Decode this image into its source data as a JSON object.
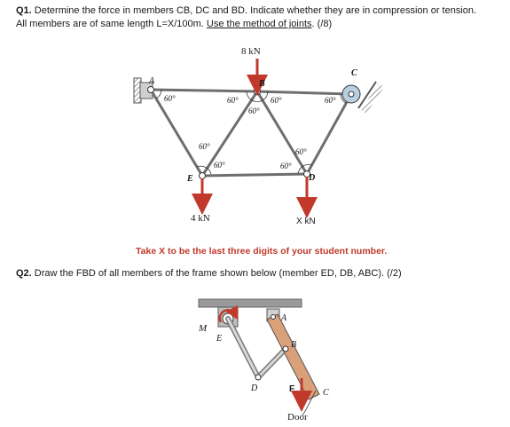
{
  "q1": {
    "number": "Q1.",
    "text": " Determine the force in members CB, DC and BD. Indicate whether they are in compression or tension.",
    "line2_prefix": "All members are of same length L=X/100m. ",
    "method": "Use the method of joints",
    "line2_suffix": ". (/8)"
  },
  "truss": {
    "load_top": "8 kN",
    "load_left": "4 kN",
    "load_right": "X kN",
    "node_a": "A",
    "node_b": "B",
    "node_c": "C",
    "node_d": "D",
    "node_e": "E",
    "angle_label": "60°"
  },
  "note": "Take X to be the last three digits of your student number.",
  "q2": {
    "number": "Q2.",
    "text": " Draw the FBD of all members of the frame shown below (member ED, DB, ABC). (/2)"
  },
  "frame": {
    "label_m": "M",
    "label_e": "E",
    "label_a": "A",
    "label_b": "B",
    "label_d": "D",
    "label_f": "F",
    "label_c": "C",
    "label_door": "Door"
  },
  "colors": {
    "load_arrow": "#c0392b",
    "note_red": "#c0392b",
    "door_member": "#d9a07a",
    "moment_red": "#c0392b",
    "support_gray": "#8c8c8c"
  }
}
